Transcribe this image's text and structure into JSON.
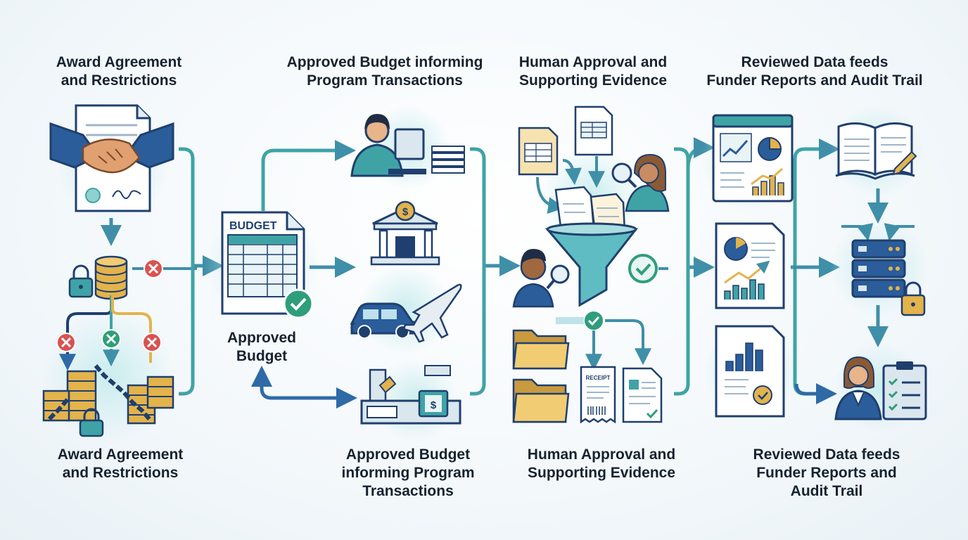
{
  "top_labels": [
    {
      "lines": [
        "Award Agreement",
        "and Restrictions"
      ]
    },
    {
      "lines": [
        "Approved Budget informing",
        "Program Transactions"
      ]
    },
    {
      "lines": [
        "Human Approval and",
        "Supporting Evidence"
      ]
    },
    {
      "lines": [
        "Reviewed Data feeds",
        "Funder Reports and Audit Trail"
      ]
    }
  ],
  "bottom_labels": [
    {
      "lines": [
        "Award Agreement",
        "and Restrictions"
      ]
    },
    {
      "lines": [
        "Approved Budget",
        "informing Program",
        "Transactions"
      ]
    },
    {
      "lines": [
        "Human Approval and",
        "Supporting Evidence"
      ]
    },
    {
      "lines": [
        "Reviewed Data  feeds",
        "Funder Reports and",
        "Audit Trail"
      ]
    }
  ],
  "budget_doc": {
    "title": "BUDGET",
    "caption": [
      "Approved",
      "Budget"
    ]
  },
  "receipt": {
    "title": "RECEIPT"
  },
  "bank_symbol": "$",
  "terminal_symbol": "$",
  "colors": {
    "teal": "#3fa3a6",
    "navy": "#1f3f6e",
    "gold": "#e3b34c",
    "red": "#d9534f",
    "green": "#2f9e7a",
    "arrow": "#3f8fa8"
  }
}
